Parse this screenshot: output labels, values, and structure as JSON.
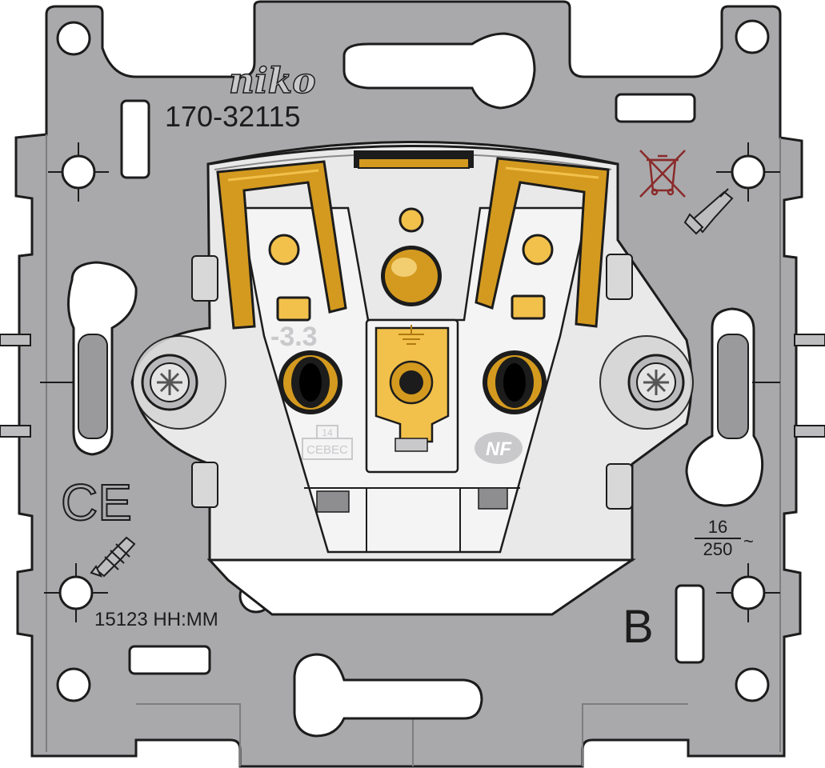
{
  "brand": {
    "logo": "niko"
  },
  "product": {
    "article_number": "170-32115",
    "date_code": "15123 HH:MM",
    "variant_letter": "B"
  },
  "rating": {
    "current": "16",
    "voltage": "250",
    "ac_symbol": "~"
  },
  "marks": {
    "ce": "CE",
    "cebec": "CEBEC",
    "cebec_number": "14",
    "nf": "NF",
    "depth": "-3.3"
  },
  "colors": {
    "frame": "#a9a9ab",
    "frame_stroke": "#1c1c1c",
    "socket_body": "#e9e9ea",
    "contact_gold": "#d49a1f",
    "contact_gold_light": "#f2c14b",
    "mark_grey": "#c9c9cb",
    "recycle_red": "#8a2a2a"
  },
  "icons": [
    "screw-icon",
    "weee-bin-crossed-icon",
    "screwdriver-icon",
    "screw-length-icon",
    "earth-pin-icon"
  ]
}
